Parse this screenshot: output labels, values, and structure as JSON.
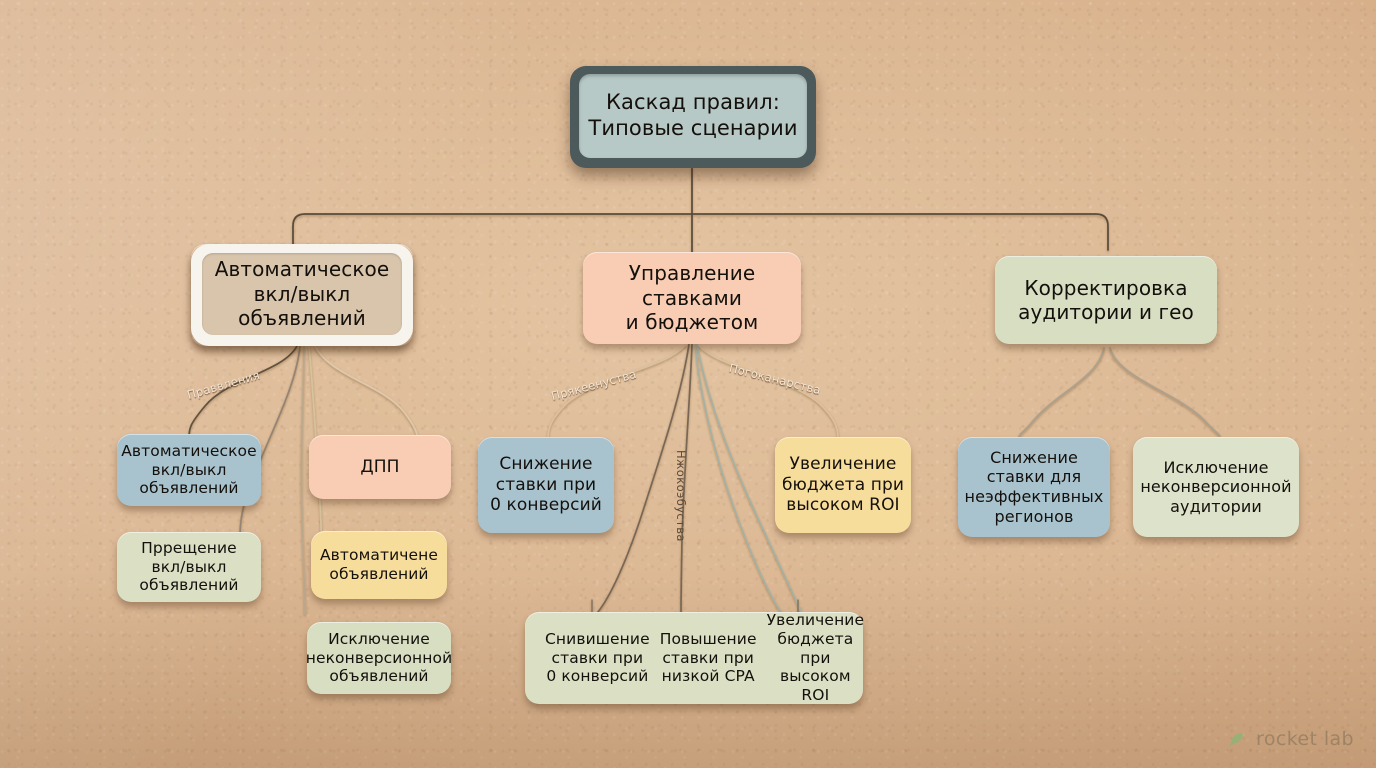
{
  "diagram": {
    "title_text": "Каскад правил:\nТиповые сценарии",
    "watermark": "rocket lab",
    "background_color": "#dcb894"
  },
  "root": {
    "label": "Каскад правил:\nТиповые сценарии",
    "fill": "#b7c9c6",
    "plate": "#4d5a5b"
  },
  "branches": [
    {
      "id": "auto-onoff",
      "label": "Автоматическое\nвкл/выкл\nобъявлений",
      "fill": "#d8c5ac",
      "framed": true
    },
    {
      "id": "bids-budget",
      "label": "Управление\nставками\nи бюджетом",
      "fill": "#f8cdb4",
      "framed": false
    },
    {
      "id": "audience-geo",
      "label": "Корректировка\nаудитории и гео",
      "fill": "#d7dec2",
      "framed": false
    }
  ],
  "edge_labels": [
    {
      "id": "label-left",
      "text": "Праввления"
    },
    {
      "id": "label-mid-left",
      "text": "Прякеенуства"
    },
    {
      "id": "label-mid-right",
      "text": "Погоканарства"
    },
    {
      "id": "label-vertical",
      "text": "Нжокоэбуства"
    }
  ],
  "leaves": [
    {
      "id": "leaf-1",
      "label": "Автоматическое\nвкл/выкл\nобъявлений",
      "fill": "#a9c3ce"
    },
    {
      "id": "leaf-2",
      "label": "Пррещение\nвкл/выкл\nобъявлений",
      "fill": "#dbe0c5"
    },
    {
      "id": "leaf-3",
      "label": "ДПП",
      "fill": "#f8cdb4"
    },
    {
      "id": "leaf-4",
      "label": "Автоматичене\nобъявлений",
      "fill": "#f7dd9c"
    },
    {
      "id": "leaf-5",
      "label": "Исключение\nнеконверсионной\nобъявлений",
      "fill": "#d7dec2"
    },
    {
      "id": "leaf-6",
      "label": "Снижение\nставки при\n0 конверсий",
      "fill": "#a9c3ce"
    },
    {
      "id": "leaf-7",
      "label": "Увеличение\nбюджета при\nвысоком ROI",
      "fill": "#f7dd9c"
    },
    {
      "id": "leaf-8",
      "label": "Снижение\nставки для\nнеэффективных\nрегионов",
      "fill": "#a9c3ce"
    },
    {
      "id": "leaf-9",
      "label": "Исключение\nнеконверсионной\nаудитории",
      "fill": "#dde2cb"
    }
  ],
  "summary_box": {
    "id": "leaf-summary",
    "fill": "#dbe0c5",
    "columns": [
      "Снивишение\nставки при\n0 конверсий",
      "Повышение\nставки при\nнизкой CPA",
      "Увеличение\nбюджета при\nвысоком ROI"
    ]
  }
}
